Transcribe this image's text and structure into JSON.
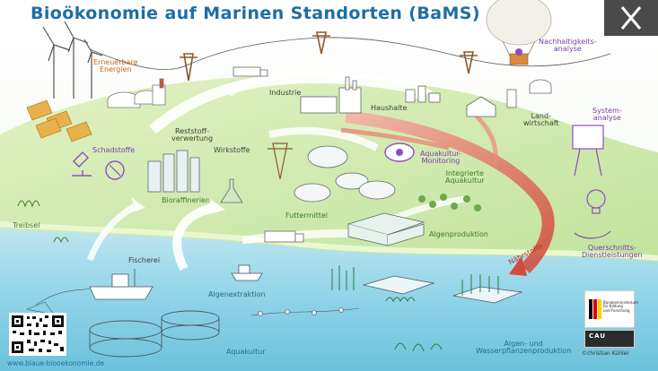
{
  "title": "Bioökonomie auf Marinen Standorten (BaMS)",
  "labels": {
    "erneuerbare": "Erneuerbare",
    "energien": "Energien",
    "nachhaltigkeits": "Nachhaltigkeits-",
    "analyse": "analyse",
    "industrie": "Industrie",
    "haushalte": "Haushalte",
    "land": "Land-",
    "wirtschaft": "wirtschaft",
    "reststoff": "Reststoff-",
    "verwertung": "verwertung",
    "schadstoffe": "Schadstoffe",
    "wirkstoffe": "Wirkstoffe",
    "aquakultur_monitoring_1": "Aquakultur-",
    "aquakultur_monitoring_2": "Monitoring",
    "integrierte_1": "Integrierte",
    "integrierte_2": "Aquakultur",
    "system": "System-",
    "system_analyse": "analyse",
    "treibsel": "Treibsel",
    "bioraffinerien": "Bioraffinerien",
    "futtermittel": "Futtermittel",
    "algenproduktion": "Algenproduktion",
    "naehrstoffe": "Nährstoffe",
    "querschnitts": "Querschnitts-",
    "dienstleistungen": "Dienstleistungen",
    "fischerei": "Fischerei",
    "algenextraktion": "Algenextraktion",
    "aquakultur": "Aquakultur",
    "algen_und": "Algen- und",
    "wasserpflanzenproduktion": "Wasserpflanzenproduktion"
  },
  "footer": {
    "url": "www.blaue-biooekonomie.de",
    "copyright": "©christian Kühler"
  },
  "logos": {
    "bmbf_1": "Bundesministerium",
    "bmbf_2": "für Bildung",
    "bmbf_3": "und Forschung",
    "cau": "CAU"
  },
  "colors": {
    "title": "#1f6da6",
    "sea": "#8fd3e8",
    "land": "#c9e6a0",
    "flow_red": "#d04b3a",
    "flow_white": "#ffffff",
    "accent_purple": "#8a4fc0",
    "accent_orange": "#e07a2b"
  },
  "icons": {
    "close": "close-icon",
    "qr": "qr-code-icon"
  }
}
